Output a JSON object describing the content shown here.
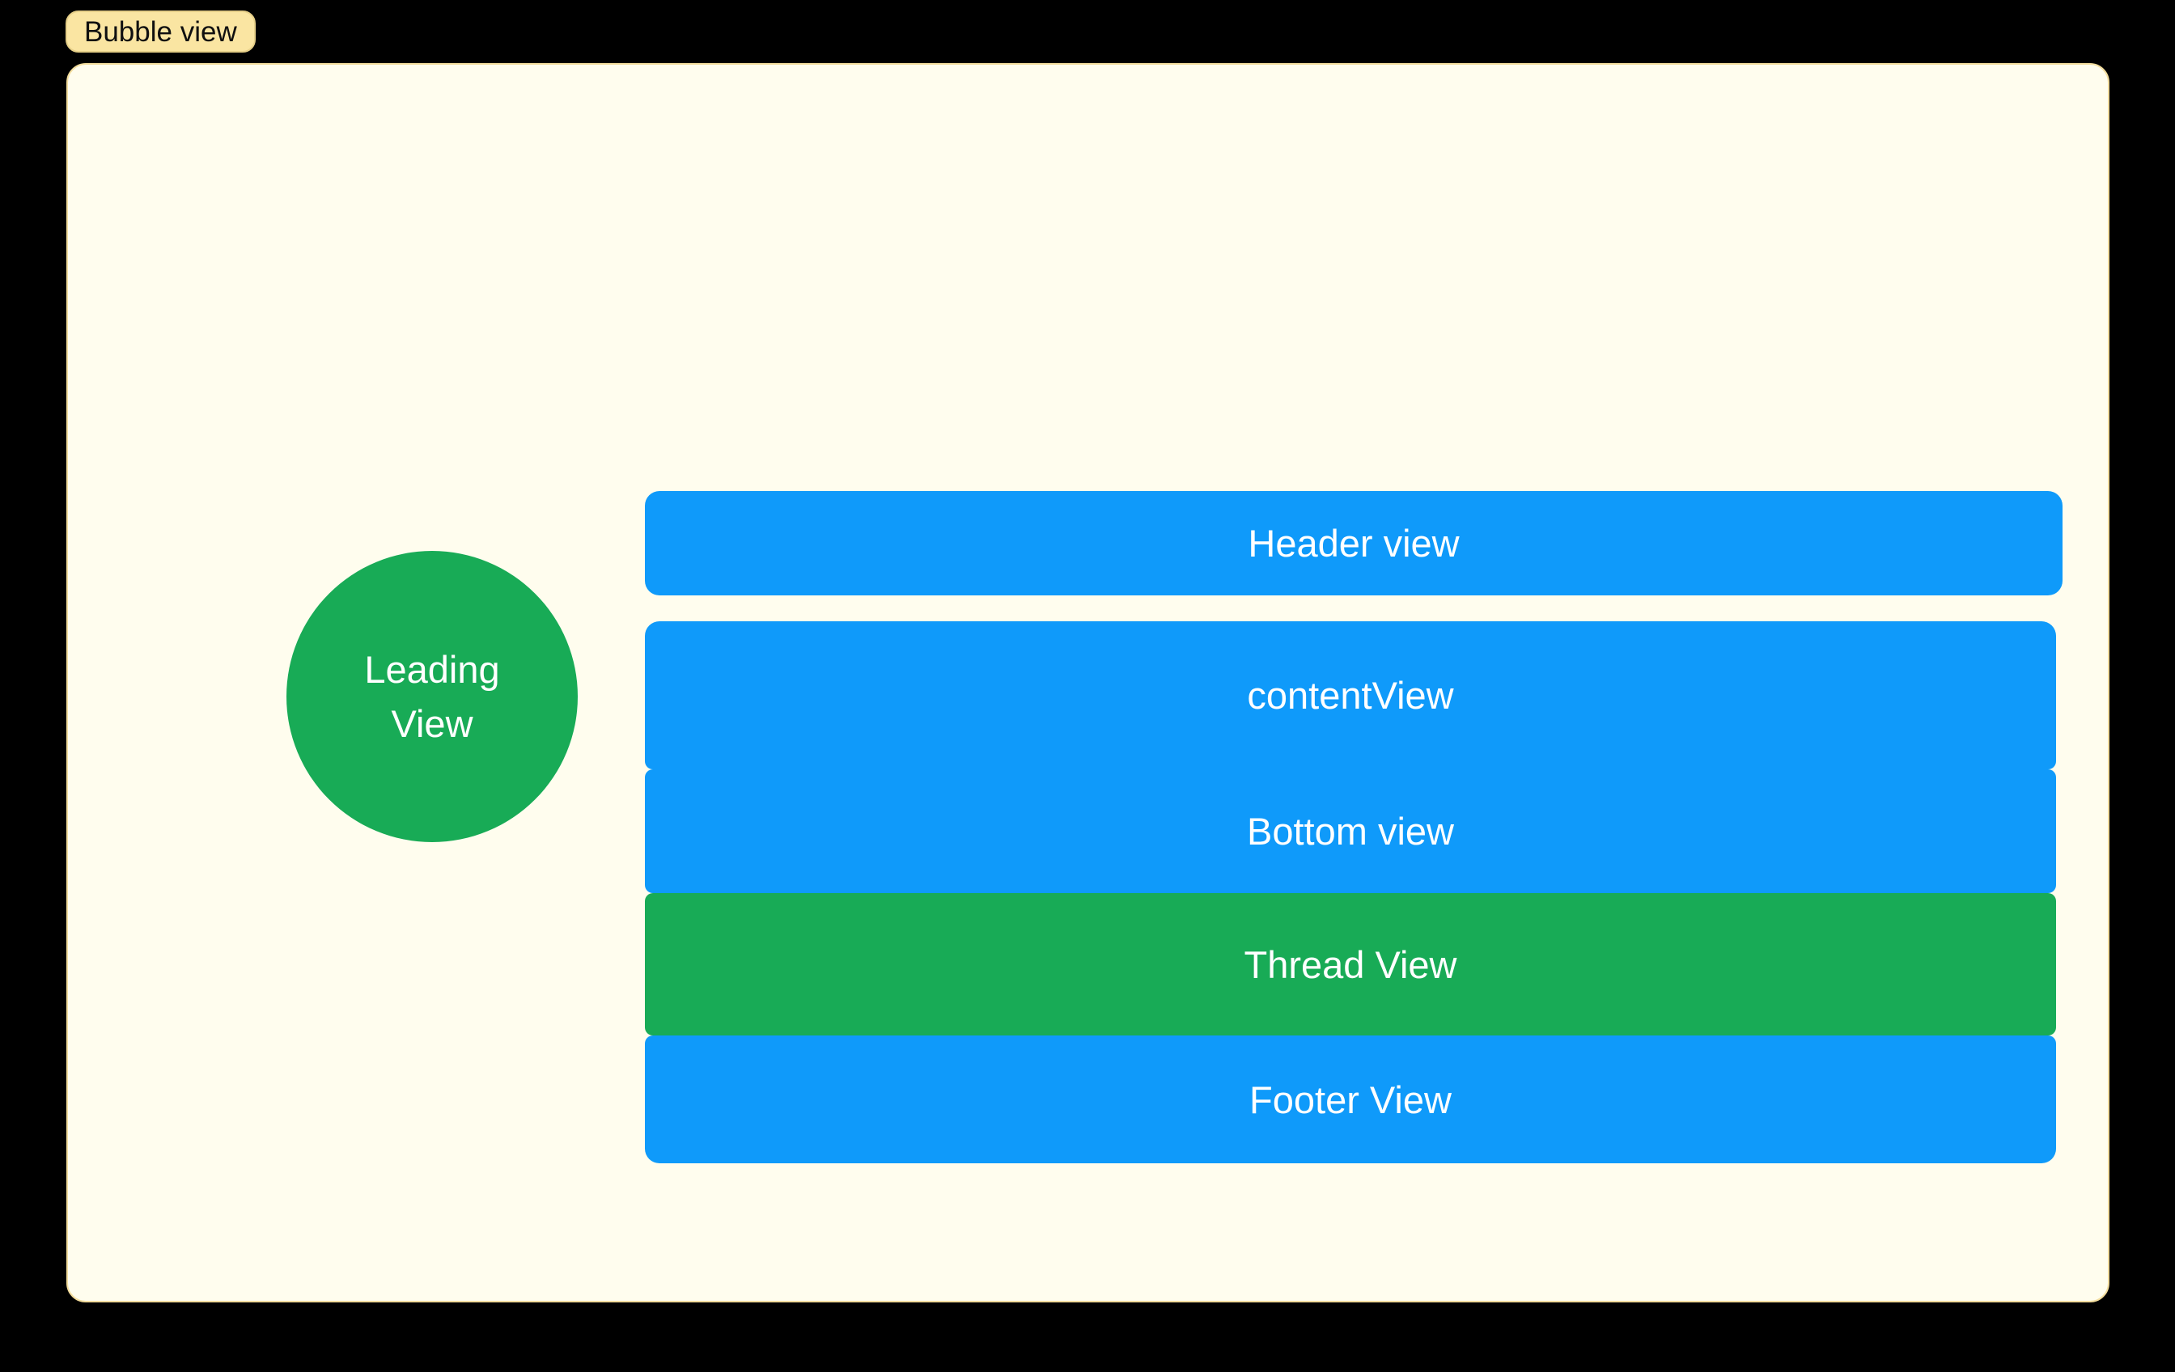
{
  "badge": {
    "label": "Bubble view"
  },
  "leading": {
    "line1": "Leading",
    "line2": "View"
  },
  "views": {
    "header": {
      "label": "Header view"
    },
    "content": {
      "label": "contentView"
    },
    "bottom": {
      "label": "Bottom view"
    },
    "thread": {
      "label": "Thread View"
    },
    "footer": {
      "label": "Footer View"
    }
  },
  "colors": {
    "page-bg": "#000000",
    "panel-bg": "#FFFDEE",
    "panel-border": "#F3DD9D",
    "badge-bg": "#FAE5A2",
    "badge-border": "#E6CF88",
    "badge-text": "#101010",
    "blue": "#0F9AFA",
    "green": "#18AB56",
    "view-text": "#FFFFFF"
  }
}
